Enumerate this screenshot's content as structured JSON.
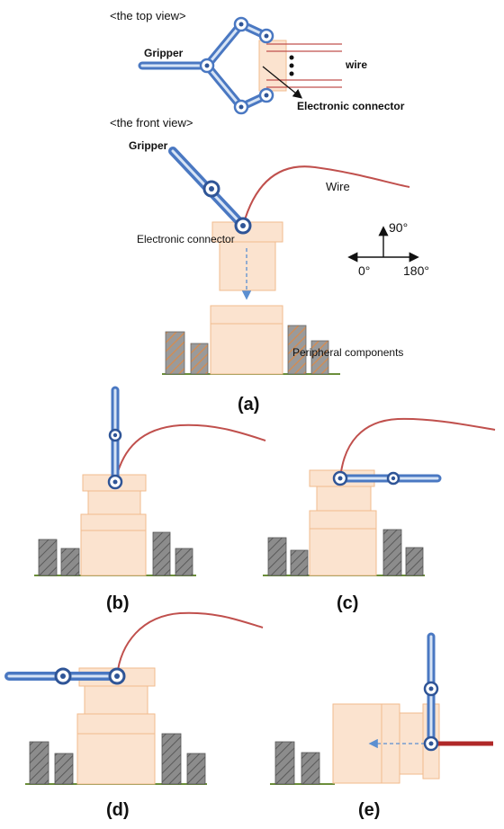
{
  "labels": {
    "top_view": "<the top view>",
    "front_view": "<the front view>",
    "gripper_top": "Gripper",
    "wire_top": "wire",
    "connector_top": "Electronic  connector",
    "gripper_front": "Gripper",
    "wire_front": "Wire",
    "connector_front": "Electronic connector",
    "peripheral": "Peripheral components",
    "angle_90": "90°",
    "angle_0": "0°",
    "angle_180": "180°"
  },
  "captions": {
    "a": "(a)",
    "b": "(b)",
    "c": "(c)",
    "d": "(d)",
    "e": "(e)"
  },
  "colors": {
    "gripper_blue": "#4a78c2",
    "gripper_light": "#bcd2ee",
    "connector_fill": "#fbe3cf",
    "connector_stroke": "#f2bb8e",
    "wire_red": "#c0504d",
    "wire_dark": "#b02828",
    "component_gray": "#8c8c8c",
    "component_orange": "#d98b4b",
    "ground_green": "#6b8e3a",
    "arrow_blue": "#5b8fd1"
  }
}
